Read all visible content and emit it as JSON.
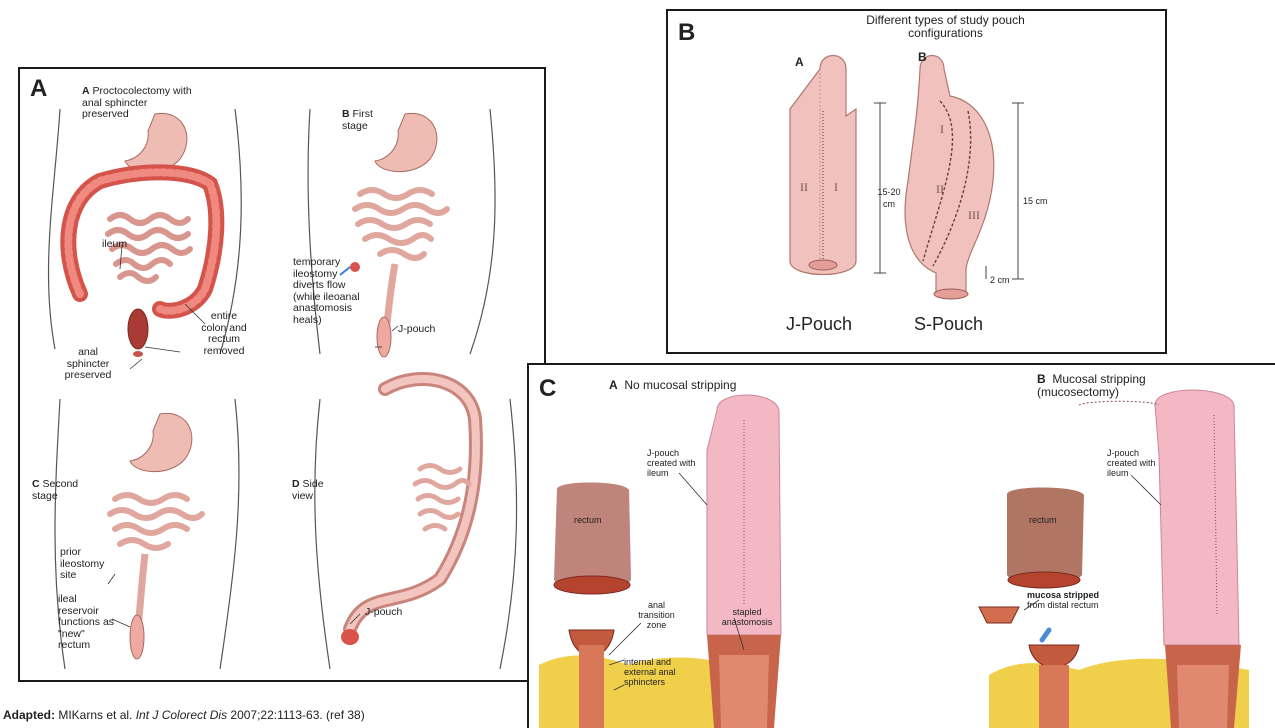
{
  "panel_a": {
    "label": "A",
    "sub_a": {
      "letter": "A",
      "text": "Proctocolectomy with anal sphincter preserved"
    },
    "sub_b": {
      "letter": "B",
      "text": "First stage"
    },
    "sub_c": {
      "letter": "C",
      "text": "Second stage"
    },
    "sub_d": {
      "letter": "D",
      "text": "Side view"
    },
    "labels": {
      "ileum": "ileum",
      "entire_colon": "entire colon and rectum removed",
      "anal_sphincter": "anal sphincter preserved",
      "temporary": "temporary ileostomy diverts flow (while ileoanal anastomosis heals)",
      "jpouch_b": "J-pouch",
      "prior": "prior ileostomy site",
      "ileal": "ileal reservoir functions as \"new\" rectum",
      "jpouch_d": "J-pouch"
    }
  },
  "panel_b": {
    "label": "B",
    "title": "Different types of study pouch configurations",
    "sub_a": "A",
    "sub_b": "B",
    "roman_ii": "II",
    "roman_i": "I",
    "measure_a": "15-20 cm",
    "s_i": "I",
    "s_ii": "II",
    "s_iii": "III",
    "measure_b": "15 cm",
    "measure_c": "2 cm",
    "name_j": "J-Pouch",
    "name_s": "S-Pouch"
  },
  "panel_c": {
    "label": "C",
    "sub_a": {
      "letter": "A",
      "text": "No mucosal stripping"
    },
    "sub_b": {
      "letter": "B",
      "text": "Mucosal stripping (mucosectomy)"
    },
    "labels": {
      "jpouch_left": "J-pouch created with ileum",
      "rectum_left": "rectum",
      "anal_transition": "anal transition zone",
      "stapled": "stapled anastomosis",
      "sphincters": "internal and external anal sphincters",
      "jpouch_right": "J-pouch created with ileum",
      "rectum_right": "rectum",
      "mucosa_bold": "mucosa stripped",
      "mucosa_rest": "from distal rectum"
    }
  },
  "caption": {
    "bold": "Adapted:",
    "authors": " MIKarns et al. ",
    "journal": "Int J Colorect Dis",
    "rest": " 2007;22:1113-63. (ref 38)"
  }
}
